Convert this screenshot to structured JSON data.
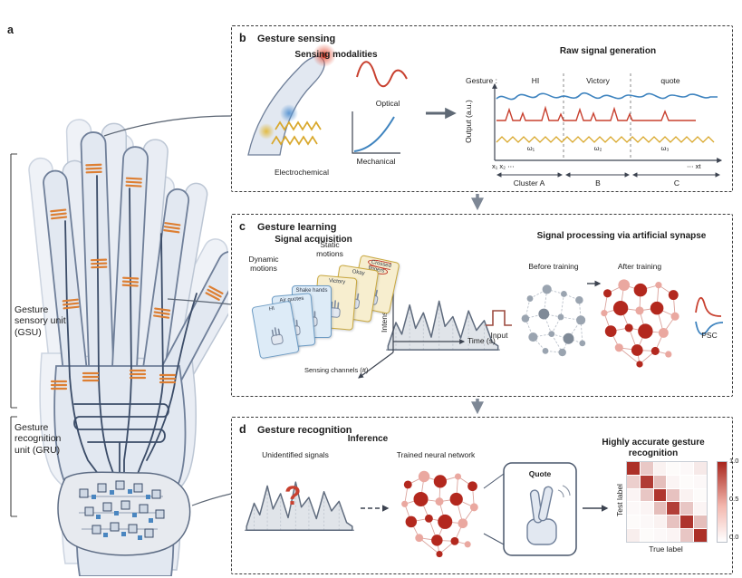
{
  "figure": {
    "panel_a_letter": "a",
    "panel_b_letter": "b",
    "panel_c_letter": "c",
    "panel_d_letter": "d"
  },
  "panel_a": {
    "gsu_label": "Gesture sensory unit (GSU)",
    "gru_label": "Gesture recognition unit (GRU)"
  },
  "panel_b": {
    "title": "Gesture sensing",
    "modalities": {
      "title": "Sensing modalities",
      "optical_label": "Optical",
      "mechanical_label": "Mechanical",
      "electrochemical_label": "Electrochemical"
    },
    "raw": {
      "title": "Raw signal generation",
      "gesture_prefix": "Gesture :",
      "gestures": [
        "HI",
        "Victory",
        "quote"
      ],
      "ylabel": "Output (a.u.)",
      "omegas": [
        "ω₁",
        "ω₂",
        "ω₃"
      ],
      "x_left": "x₁ x₂ ⋯",
      "x_right": "⋯ xt",
      "clusters": [
        "Cluster A",
        "B",
        "C"
      ]
    }
  },
  "panel_c": {
    "title": "Gesture learning",
    "acquisition": {
      "title": "Signal acquisition",
      "dynamic_label": "Dynamic motions",
      "static_label": "Static motions",
      "cards": [
        {
          "label": "HI",
          "type": "dynamic"
        },
        {
          "label": "Air quotes",
          "type": "dynamic"
        },
        {
          "label": "Shake hands",
          "type": "dynamic"
        },
        {
          "label": "Victory",
          "type": "static"
        },
        {
          "label": "Okay",
          "type": "static"
        },
        {
          "label": "Crossed fingers",
          "type": "static",
          "highlighted": true
        }
      ],
      "intensity_label": "Intensity (a.u.)",
      "time_label": "Time (s)",
      "channels_label": "Sensing channels (#)"
    },
    "processing": {
      "title": "Signal processing via artificial synapse",
      "before_label": "Before training",
      "after_label": "After training",
      "input_label": "Input",
      "psc_label": "PSC"
    }
  },
  "panel_d": {
    "title": "Gesture recognition",
    "inference_title": "Inference",
    "unidentified_label": "Unidentified signals",
    "question_mark": "?",
    "network_label": "Trained neural network",
    "quote_label": "Quote",
    "result_title": "Highly accurate gesture recognition",
    "matrix": {
      "test_label": "Test label",
      "true_label": "True label",
      "colorbar_ticks": [
        "1.0",
        "0.5",
        "0.0"
      ],
      "values": [
        [
          0.95,
          0.25,
          0.06,
          0.02,
          0.03,
          0.1
        ],
        [
          0.22,
          0.9,
          0.3,
          0.05,
          0.02,
          0.03
        ],
        [
          0.05,
          0.26,
          0.92,
          0.28,
          0.06,
          0.02
        ],
        [
          0.03,
          0.05,
          0.3,
          0.88,
          0.26,
          0.05
        ],
        [
          0.02,
          0.03,
          0.06,
          0.28,
          0.93,
          0.3
        ],
        [
          0.08,
          0.02,
          0.03,
          0.05,
          0.26,
          0.95
        ]
      ]
    }
  },
  "colors": {
    "accent_red": "#c8402f",
    "signal_blue": "#3f84bf",
    "signal_yellow": "#d9a82c",
    "sensor_orange": "#dd7f33",
    "trace_navy": "#3b4c68",
    "hand_fill": "#e2e8f1",
    "hand_stroke": "#6f7f99",
    "node_gray": "#9aa4b0",
    "node_red_dark": "#b3281e",
    "node_red_light": "#eaa8a0",
    "heat_high": "#a8251d",
    "panel_border": "#3a3a3a",
    "arrow_gray": "#7d8795"
  }
}
